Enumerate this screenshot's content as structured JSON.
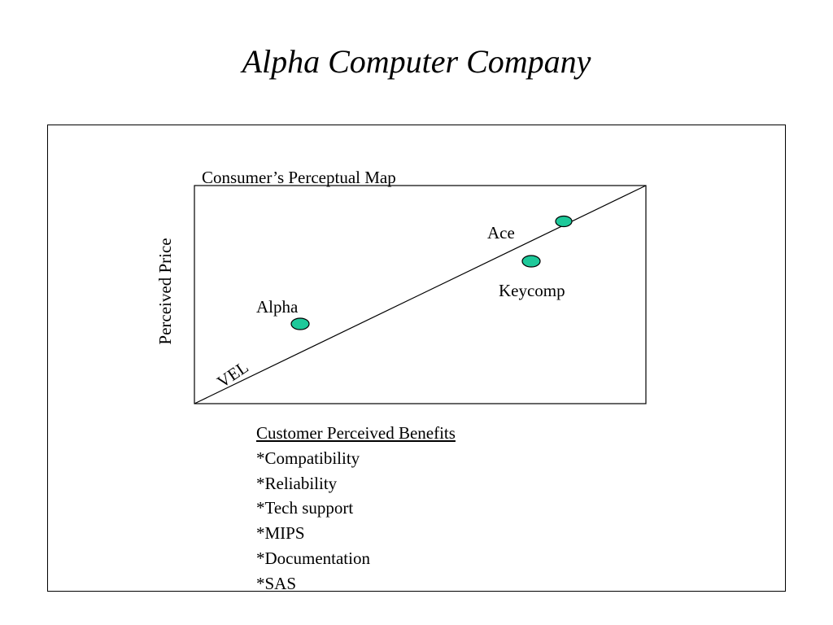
{
  "slide": {
    "title": "Alpha Computer Company"
  },
  "map": {
    "title": "Consumer’s Perceptual Map",
    "y_axis_label": "Perceived Price",
    "line_label": "VEL",
    "marker_color": "#1ec99a",
    "points": [
      {
        "label": "Ace"
      },
      {
        "label": "Keycomp"
      },
      {
        "label": "Alpha"
      }
    ]
  },
  "benefits": {
    "heading": "Customer Perceived Benefits",
    "items": [
      "*Compatibility",
      "*Reliability",
      "*Tech support",
      "*MIPS",
      "*Documentation",
      "*SAS"
    ]
  }
}
